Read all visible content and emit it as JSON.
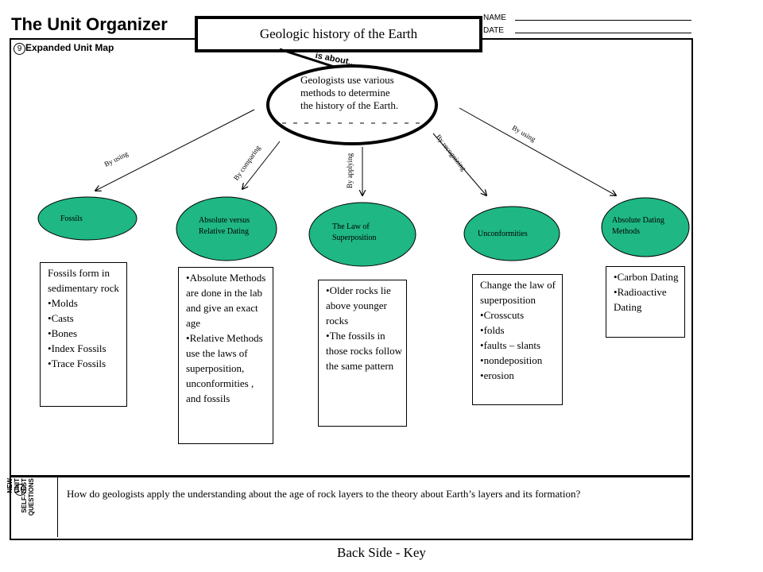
{
  "header": {
    "organizer_title": "The Unit Organizer",
    "topic": "Geologic history of the Earth",
    "name_label": "NAME",
    "date_label": "DATE"
  },
  "map": {
    "section_number": "9",
    "section_label": "Expanded Unit Map",
    "is_about": "is about...",
    "main_idea": "Geologists use various methods to determine the history of the Earth.",
    "links": {
      "fossils": "By using",
      "dating": "By comparing",
      "superposition": "By applying",
      "unconformities": "By recognizing",
      "methods": "By using"
    },
    "concepts": {
      "fossils": "Fossils",
      "dating": "Absolute versus Relative Dating",
      "superposition": "The Law of Superposition",
      "unconformities": "Unconformities",
      "methods": "Absolute Dating Methods"
    },
    "details": {
      "fossils": {
        "intro": "Fossils form in sedimentary rock",
        "items": [
          "Molds",
          "Casts",
          "Bones",
          "Index Fossils",
          "Trace Fossils"
        ]
      },
      "dating": {
        "items": [
          "Absolute Methods are done in the lab and give an exact age",
          "Relative Methods use the laws of superposition, unconformities , and fossils"
        ]
      },
      "superposition": {
        "items": [
          "Older rocks lie above younger rocks",
          "The fossils in those rocks follow the same pattern"
        ]
      },
      "unconformities": {
        "intro": "Change the law of superposition",
        "items": [
          "Crosscuts",
          "folds",
          "faults – slants",
          "nondeposition",
          "erosion"
        ]
      },
      "methods": {
        "items": [
          "Carbon Dating",
          "Radioactive Dating"
        ]
      }
    }
  },
  "self_test": {
    "section_number": "10",
    "label_line1": "NEW",
    "label_line2": "UNIT",
    "label_line3": "SELF-TEST",
    "label_line4": "QUESTIONS",
    "question": "How do geologists apply the understanding about the age of rock layers to the theory about Earth’s layers and its formation?"
  },
  "footer": "Back Side - Key",
  "colors": {
    "concept_fill": "#1fb783"
  }
}
